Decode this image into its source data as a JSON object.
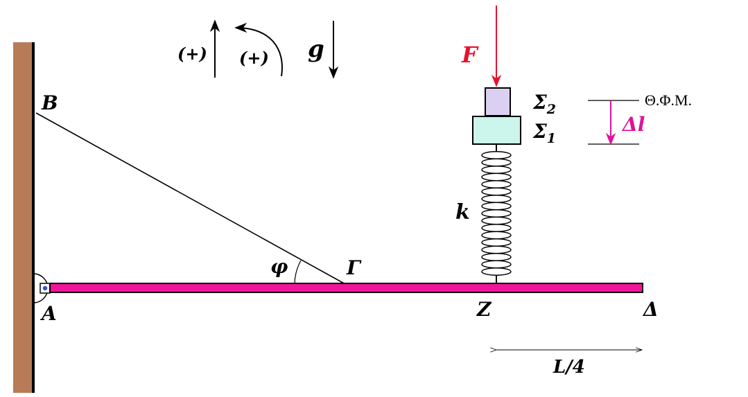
{
  "colors": {
    "wall": "#b87b57",
    "rod": "#f0169b",
    "force": "#e8112d",
    "delta_l": "#e0119b",
    "block_upper": "#dcd0f2",
    "block_lower": "#ccf5ec"
  },
  "labels": {
    "sign_linear": "(+)",
    "sign_rotation": "(+)",
    "gravity": "g",
    "force": "F",
    "point_A": "A",
    "point_B": "B",
    "point_Gamma": "Γ",
    "point_Z": "Z",
    "point_Delta": "Δ",
    "angle": "φ",
    "spring": "k",
    "sigma_symbol": "Σ",
    "sigma2_sub": "2",
    "sigma1_sub": "1",
    "equilibrium": "Θ.Φ.Μ.",
    "delta_l": "Δl",
    "quarter_length": "L/4"
  }
}
